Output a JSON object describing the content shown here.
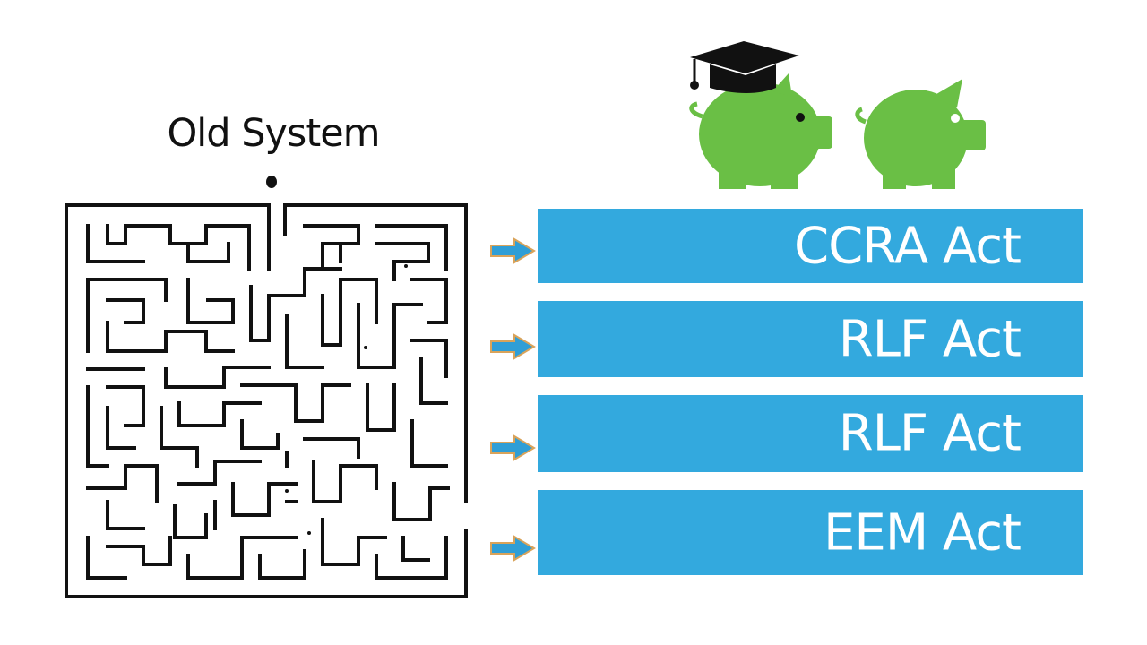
{
  "maze": {
    "title": "Old System"
  },
  "acts": [
    {
      "label": "CCRA Act"
    },
    {
      "label": "RLF Act"
    },
    {
      "label": "RLF Act"
    },
    {
      "label": "EEM Act"
    }
  ],
  "colors": {
    "bar": "#33a9de",
    "pig": "#6abf45",
    "arrow": "#2f9ed6",
    "arrow_outline": "#d9a35a",
    "maze_line": "#111111"
  },
  "icons": {
    "piggy_bank_graduate": "piggy-bank-with-graduation-cap",
    "piggy_bank": "piggy-bank",
    "arrow": "right-arrow"
  }
}
